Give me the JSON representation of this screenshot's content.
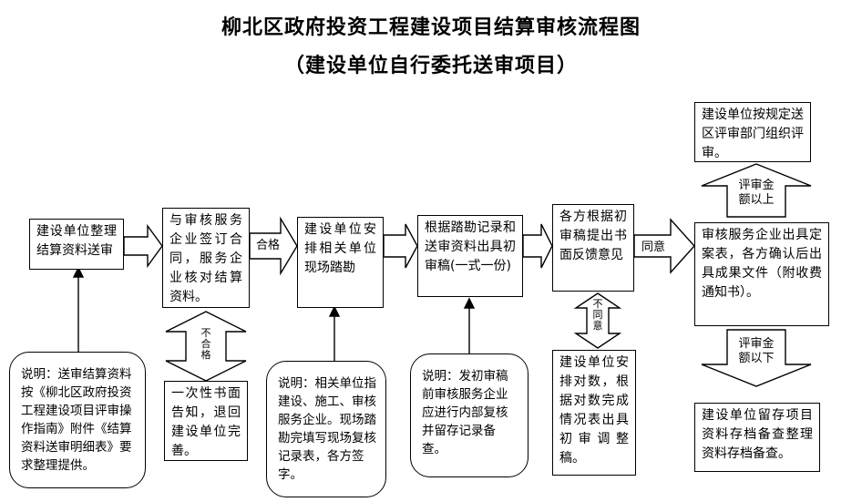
{
  "title": "柳北区政府投资工程建设项目结算审核流程图",
  "subtitle": "（建设单位自行委托送审项目）",
  "steps": {
    "submit": "建设单位整理结算资料送审",
    "contract": "与审核服务企业签订合同，服务企业核对结算资料。",
    "survey": "建设单位安排相关单位现场踏勘",
    "draft": "根据踏勘记录和送审资料出具初审稿(一式一份)",
    "feedback": "各方根据初审稿提出书面反馈意见",
    "issue": "审核服务企业出具定案表，各方确认后出具成果文件（附收费通知书）。",
    "district": "建设单位按规定送区评审部门组织评审。",
    "archive": "建设单位留存项目资料存档备查整理资料存档备查。",
    "revise": "一次性书面告知，退回建设单位完善。",
    "reconcile": "建设单位安排对数，根据对数完成情况表出具初审调整稿。"
  },
  "notes": {
    "submit": "说明：送审结算资料按《柳北区政府投资工程建设项目评审操作指南》附件《结算资料送审明细表》要求整理提供。",
    "survey": "说明：相关单位指建设、施工、审核服务企业。现场踏勘完填写现场复核记录表，各方签字。",
    "draft": "说明：发初审稿前审核服务企业应进行内部复核并留存记录备查。"
  },
  "labels": {
    "pass": "合格",
    "agree": "同意",
    "unqualified": "不\n合\n格",
    "disagree": "不\n同\n意",
    "above": "评审金\n额以上",
    "below": "评审金\n额以下"
  }
}
